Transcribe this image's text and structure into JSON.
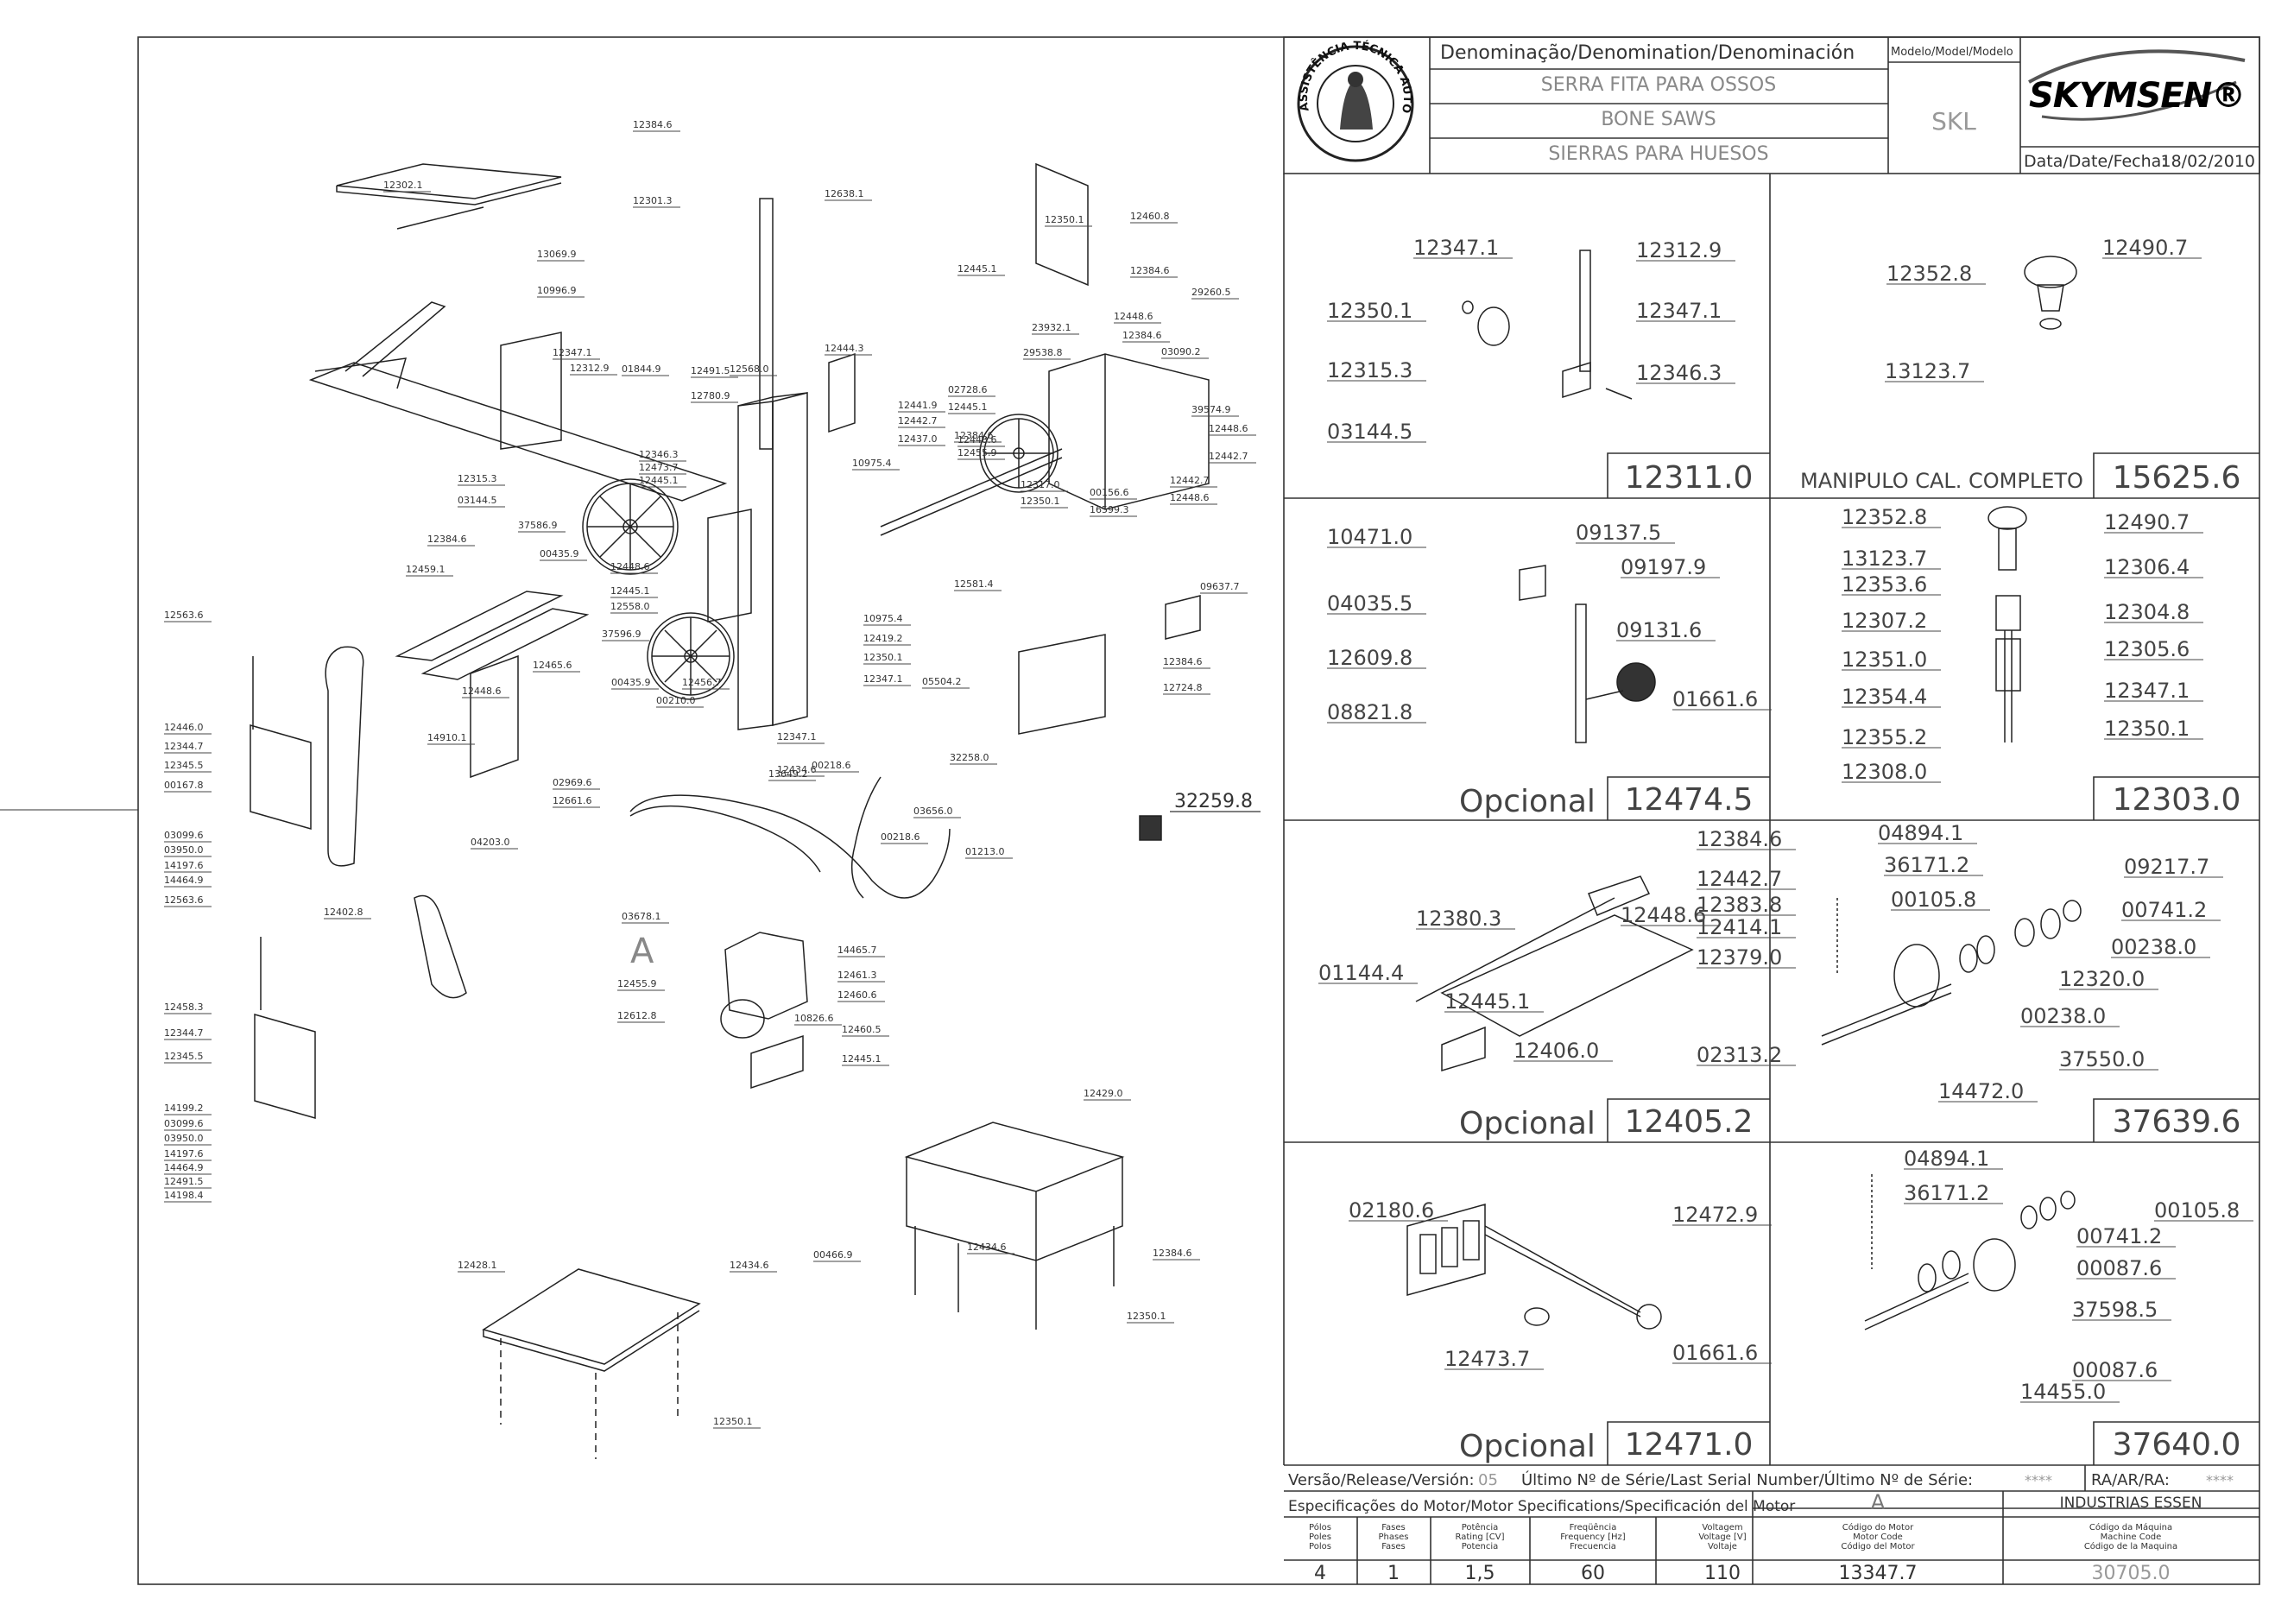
{
  "header": {
    "denomination_label": "Denominação/Denomination/Denominación",
    "model_label": "Modelo/Model/Modelo",
    "name_pt": "SERRA FITA PARA OSSOS",
    "name_en": "BONE SAWS",
    "name_es": "SIERRAS PARA HUESOS",
    "model": "SKL",
    "brand": "SKYMSEN®",
    "seal_text": "ASSISTÊNCIA TÉCNICA AUTORIZADA",
    "date_label": "Data/Date/Fecha:",
    "date": "18/02/2010"
  },
  "footer": {
    "version_label": "Versão/Release/Versión:",
    "version": "05",
    "serial_label": "Último Nº de Série/Last Serial Number/Último Nº de Série:",
    "serial": "****",
    "ra_label": "RA/AR/RA:",
    "ra": "****",
    "motor_spec_label": "Especificações do Motor/Motor Specifications/Specificación del Motor",
    "motor_letter": "A",
    "manufacturer": "INDUSTRIAS ESSEN",
    "spec_headers": [
      "Pólos\nPoles\nPolos",
      "Fases\nPhases\nFases",
      "Potência\nRating [CV]\nPotencia",
      "Freqüência\nFrequency [Hz]\nFrecuencia",
      "Voltagem\nVoltage [V]\nVoltaje",
      "Código do Motor\nMotor Code\nCódigo del Motor",
      "Código da Máquina\nMachine Code\nCódigo de la Maquina"
    ],
    "spec_values": [
      "4",
      "1",
      "1,5",
      "60",
      "110",
      "13347.7",
      "30705.0"
    ]
  },
  "panels": {
    "p1": {
      "code": "12311.0",
      "labels": [
        "12347.1",
        "12312.9",
        "12350.1",
        "12347.1",
        "12315.3",
        "12346.3",
        "03144.5"
      ]
    },
    "p2": {
      "title": "MANIPULO CAL. COMPLETO",
      "code": "15625.6",
      "labels": [
        "12352.8",
        "12490.7",
        "13123.7"
      ]
    },
    "p3": {
      "title": "Opcional",
      "code": "12474.5",
      "labels": [
        "10471.0",
        "09137.5",
        "04035.5",
        "09197.9",
        "12609.8",
        "09131.6",
        "01661.6",
        "08821.8"
      ]
    },
    "p4": {
      "code": "12303.0",
      "labels": [
        "12352.8",
        "12490.7",
        "13123.7",
        "12306.4",
        "12353.6",
        "12304.8",
        "12307.2",
        "12305.6",
        "12351.0",
        "12347.1",
        "12354.4",
        "12350.1",
        "12355.2",
        "12308.0"
      ]
    },
    "p5": {
      "title": "Opcional",
      "code": "12405.2",
      "labels": [
        "12384.6",
        "12442.7",
        "12383.8",
        "12448.6",
        "12380.3",
        "12414.1",
        "12379.0",
        "01144.4",
        "12445.1",
        "12406.0",
        "02313.2"
      ]
    },
    "p6": {
      "code": "37639.6",
      "labels": [
        "04894.1",
        "36171.2",
        "09217.7",
        "00105.8",
        "00741.2",
        "00238.0",
        "12320.0",
        "00238.0",
        "37550.0",
        "14472.0"
      ]
    },
    "p7": {
      "title": "Opcional",
      "code": "12471.0",
      "labels": [
        "02180.6",
        "12472.9",
        "12473.7",
        "01661.6"
      ]
    },
    "p8": {
      "code": "37640.0",
      "labels": [
        "04894.1",
        "36171.2",
        "00105.8",
        "00741.2",
        "00087.6",
        "37598.5",
        "00087.6",
        "14455.0"
      ]
    }
  },
  "main_labels": {
    "items": [
      "12384.6",
      "12302.1",
      "12301.3",
      "12638.1",
      "12460.8",
      "12384.6",
      "12445.1",
      "12448.6",
      "29260.5",
      "23932.1",
      "12384.6",
      "03090.2",
      "29538.8",
      "13069.9",
      "10996.9",
      "12347.1",
      "12312.9",
      "01844.9",
      "12491.5",
      "12780.9",
      "12568.0",
      "12444.3",
      "02728.6",
      "12445.1",
      "39574.9",
      "12448.6",
      "12441.9",
      "12442.7",
      "12442.7",
      "12437.0",
      "12384.6",
      "12448.6",
      "12455.9",
      "12350.1",
      "12346.3",
      "12473.7",
      "12445.1",
      "10975.4",
      "12317.0",
      "12350.1",
      "00156.6",
      "12442.7",
      "16599.3",
      "12448.6",
      "12315.3",
      "03144.5",
      "37586.9",
      "00435.9",
      "12448.6",
      "12581.4",
      "12384.6",
      "12459.1",
      "12445.1",
      "12558.0",
      "37596.9",
      "10975.4",
      "12419.2",
      "12350.1",
      "12347.1",
      "09637.7",
      "12384.6",
      "12724.8",
      "12465.6",
      "12448.6",
      "00435.9",
      "12456.7",
      "00210.0",
      "05504.2",
      "12563.6",
      "12446.0",
      "12344.7",
      "12345.5",
      "00167.8",
      "03099.6",
      "03950.0",
      "14197.6",
      "14464.9",
      "14910.1",
      "12347.1",
      "12434.6",
      "00218.6",
      "32258.0",
      "02969.6",
      "12661.6",
      "13649.2",
      "03656.0",
      "00218.6",
      "01213.0",
      "04203.0",
      "12402.8",
      "12563.6",
      "03678.1",
      "14465.7",
      "12461.3",
      "12460.6",
      "12455.9",
      "10826.6",
      "12612.8",
      "12460.5",
      "12445.1",
      "12458.3",
      "12344.7",
      "12345.5",
      "14199.2",
      "03099.6",
      "03950.0",
      "14197.6",
      "14464.9",
      "12491.5",
      "14198.4",
      "12429.0",
      "00466.9",
      "12434.6",
      "12384.6",
      "12350.1",
      "12428.1",
      "12434.6",
      "12350.1"
    ],
    "motor_marker": "A",
    "sticker_code": "32259.8"
  }
}
